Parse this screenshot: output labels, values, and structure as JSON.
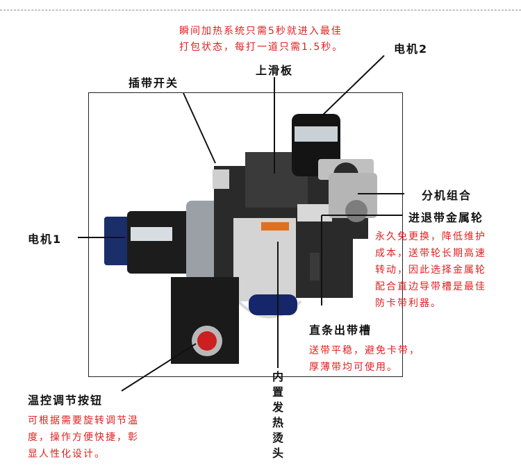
{
  "labels": {
    "heat_note_line1": "瞬间加热系统只需5秒就进入最佳",
    "heat_note_line2": "打包状态，每打一道只需1.5秒。",
    "motor2": "电机2",
    "strap_switch": "插带开关",
    "upper_slide": "上滑板",
    "separator": "分机组合",
    "metal_wheel": "进退带金属轮",
    "metal_wheel_note": [
      "永久免更换，降低维护",
      "成本，送带轮长期高速",
      "转动，因此选择金属轮",
      "配合直边导带槽是最佳",
      "防卡带利器。"
    ],
    "motor1": "电机1",
    "straight_slot": "直条出带槽",
    "straight_slot_note": [
      "送带平稳，避免卡带，",
      "厚薄带均可使用。"
    ],
    "heater": [
      "内",
      "置",
      "发",
      "热",
      "烫",
      "头"
    ],
    "temp_knob": "温控调节按钮",
    "temp_knob_note": [
      "可根据需要旋转调节温",
      "度，操作方便快捷，彰",
      "显人性化设计。"
    ]
  },
  "colors": {
    "label_text": "#111111",
    "note_text": "#e02020",
    "frame": "#222222",
    "divider": "#888888"
  }
}
